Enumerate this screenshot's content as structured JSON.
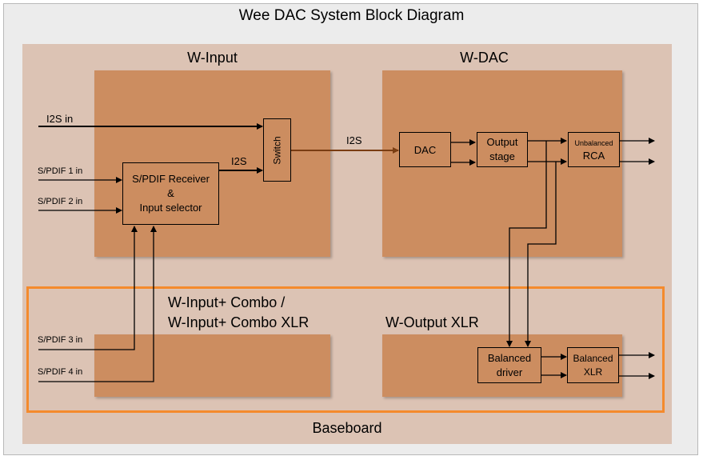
{
  "diagram": {
    "title": "Wee DAC System Block Diagram",
    "baseboard_label": "Baseboard",
    "modules": {
      "w_input": "W-Input",
      "w_dac": "W-DAC",
      "w_input_plus_line1": "W-Input+ Combo /",
      "w_input_plus_line2": "W-Input+ Combo XLR",
      "w_output_xlr": "W-Output XLR"
    },
    "components": {
      "spdif_receiver_line1": "S/PDIF Receiver",
      "spdif_receiver_line2": "&",
      "spdif_receiver_line3": "Input selector",
      "switch": "Switch",
      "dac": "DAC",
      "output_stage_line1": "Output",
      "output_stage_line2": "stage",
      "unbalanced_rca_line1": "Unbalanced",
      "unbalanced_rca_line2": "RCA",
      "balanced_driver_line1": "Balanced",
      "balanced_driver_line2": "driver",
      "balanced_xlr_line1": "Balanced",
      "balanced_xlr_line2": "XLR"
    },
    "signals": {
      "i2s_in": "I2S in",
      "spdif_1_in": "S/PDIF 1 in",
      "spdif_2_in": "S/PDIF 2 in",
      "spdif_3_in": "S/PDIF 3 in",
      "spdif_4_in": "S/PDIF 4 in",
      "i2s_receiver_out": "I2S",
      "i2s_to_dac": "I2S"
    },
    "colors": {
      "background": "#ececec",
      "baseboard": "#dcc3b4",
      "module": "#cc8d60",
      "highlight_frame": "#f48a2c",
      "i2s_link": "#7a3d12"
    }
  }
}
